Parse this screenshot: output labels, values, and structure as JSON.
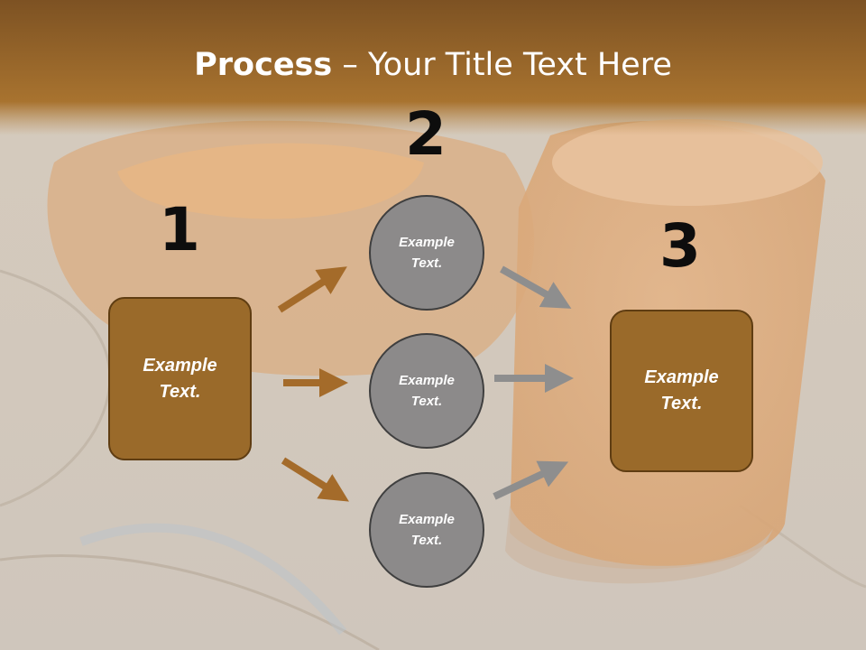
{
  "title": {
    "bold": "Process",
    "rest": " – Your Title Text Here"
  },
  "steps": [
    {
      "number": "1"
    },
    {
      "number": "2"
    },
    {
      "number": "3"
    }
  ],
  "boxes": [
    {
      "line1": "Example",
      "line2": "Text."
    },
    {
      "line1": "Example",
      "line2": "Text."
    }
  ],
  "circles": [
    {
      "line1": "Example",
      "line2": "Text."
    },
    {
      "line1": "Example",
      "line2": "Text."
    },
    {
      "line1": "Example",
      "line2": "Text."
    }
  ],
  "colors": {
    "header_brown": "#8a5a22",
    "box_fill": "#9a6a2a",
    "circle_fill": "#8c8a8a",
    "arrow_brown": "#a46b2a",
    "arrow_gray": "#8e8e8e"
  }
}
